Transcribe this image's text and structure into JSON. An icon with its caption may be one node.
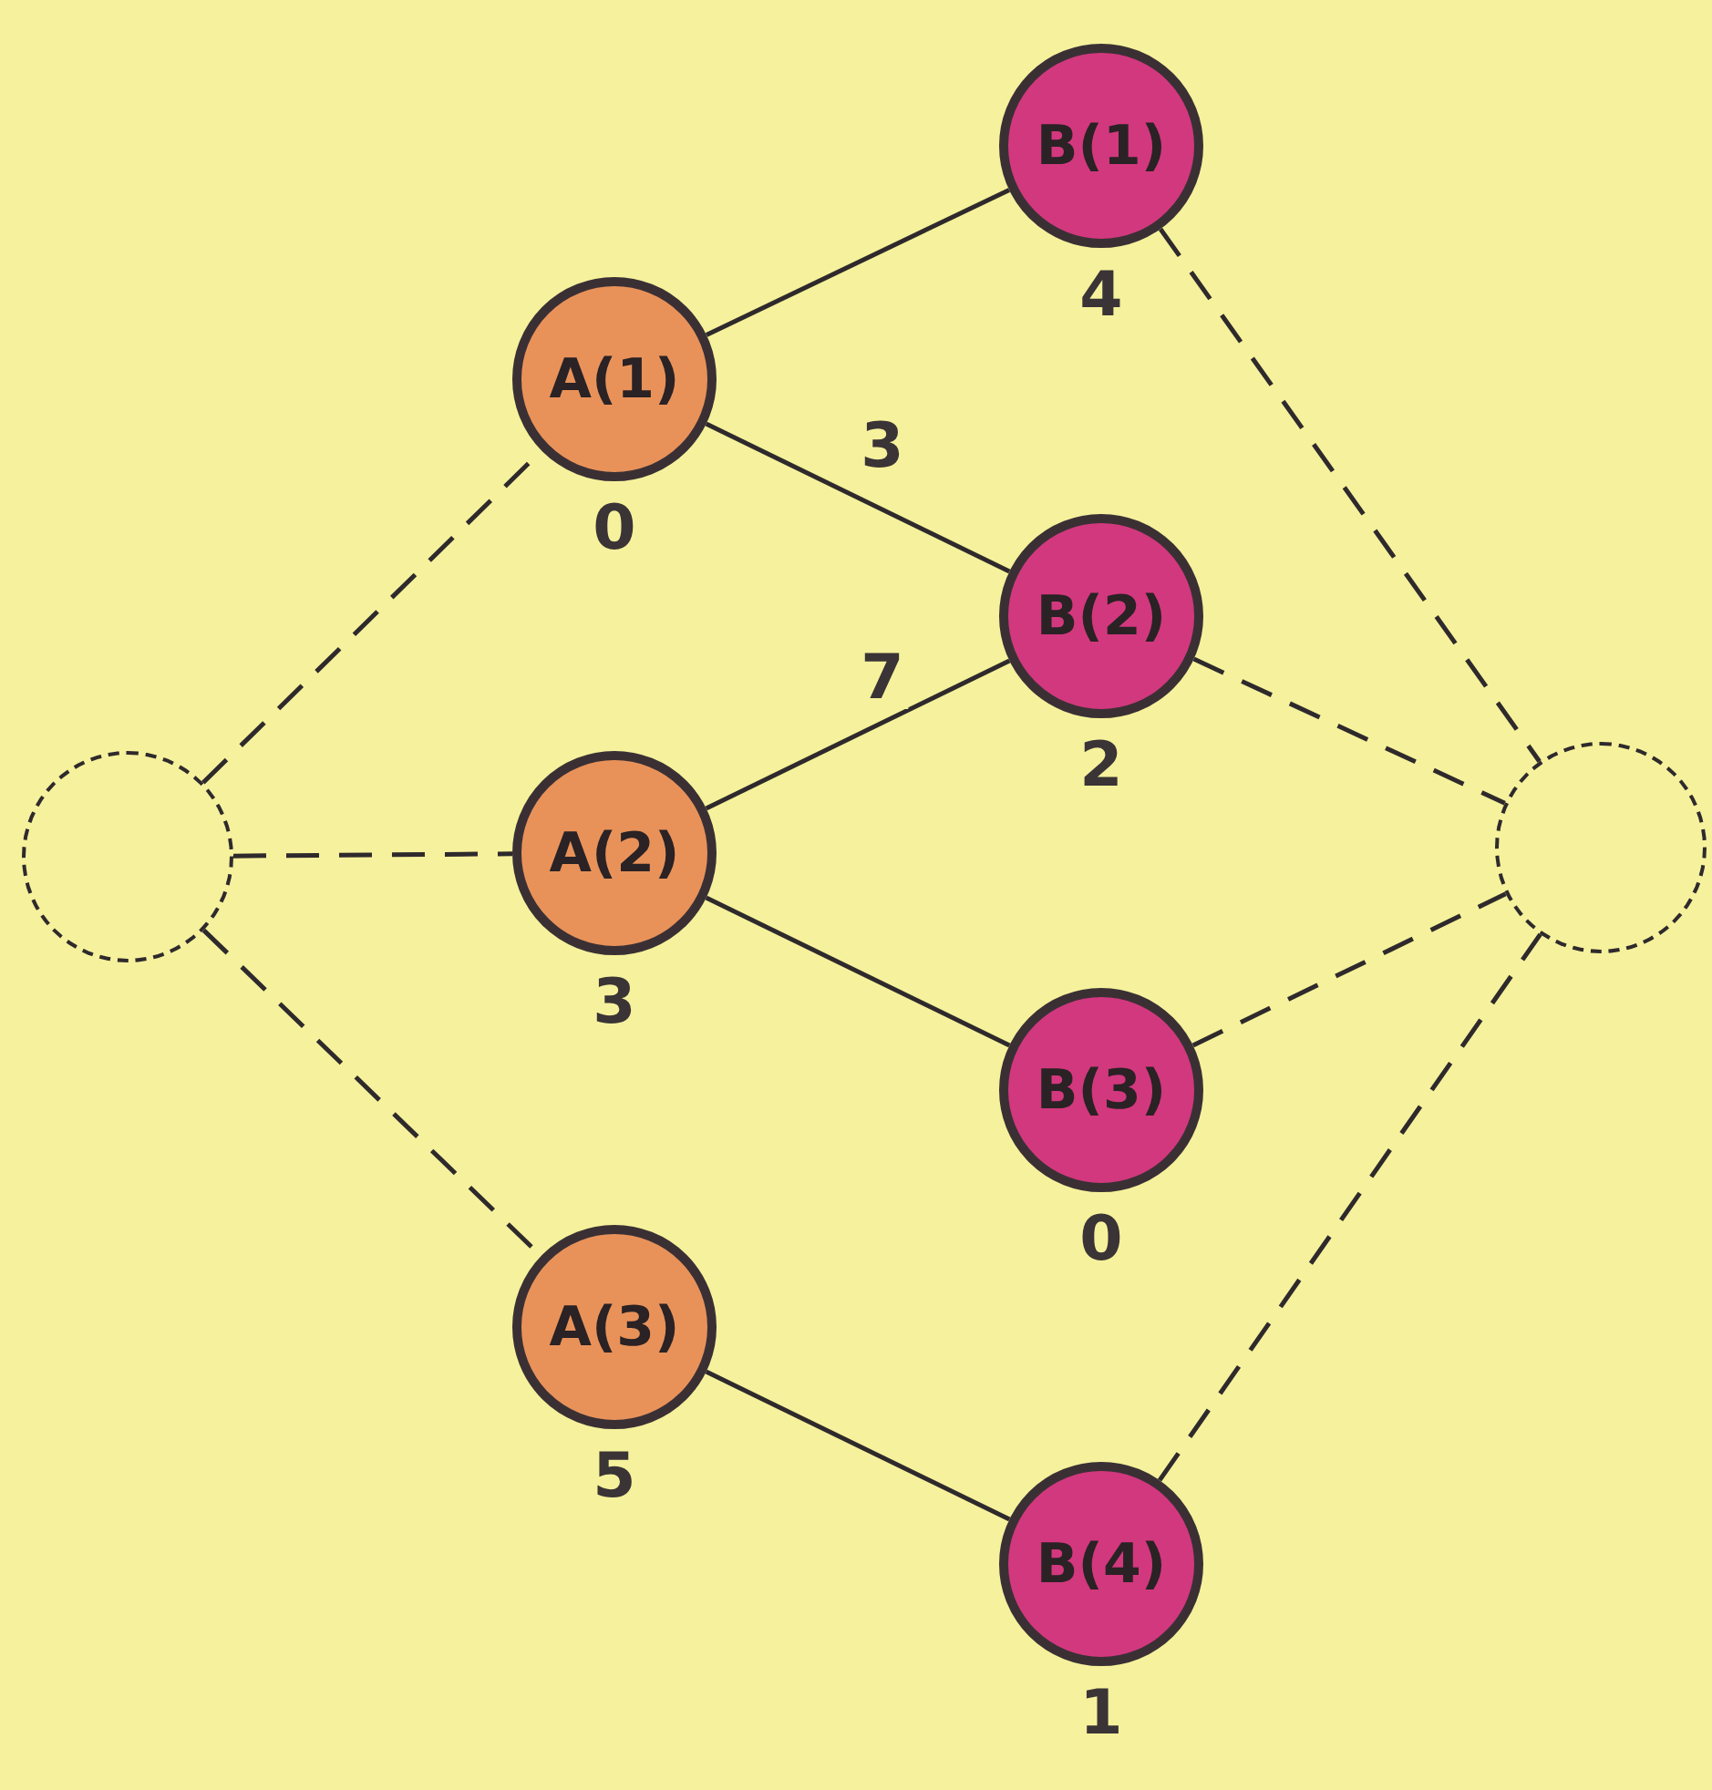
{
  "diagram": {
    "nodes": [
      {
        "text": [],
        "shape": "circle"
      },
      {
        "text": [
          "A(1)"
        ],
        "beside": [
          "0"
        ]
      },
      {
        "text": [
          "A(2)"
        ],
        "beside": [
          "3"
        ]
      },
      {
        "text": [
          "A(3)"
        ],
        "beside": [
          "5"
        ]
      },
      {
        "text": [
          "B(1)"
        ],
        "beside": [
          "4"
        ]
      },
      {
        "text": [
          "B(2)"
        ],
        "beside": [
          "2"
        ]
      },
      {
        "text": [
          "B(3)"
        ],
        "beside": [
          "0"
        ]
      },
      {
        "text": [
          "B(4)"
        ],
        "beside": [
          "1"
        ]
      },
      {
        "text": [],
        "shape": "circle"
      }
    ],
    "edges": [
      {
        "from": 0,
        "to": 1,
        "arrow": "none",
        "style": "dashed"
      },
      {
        "from": 0,
        "to": 2,
        "arrow": "none",
        "style": "dashed"
      },
      {
        "from": 0,
        "to": 3,
        "arrow": "none",
        "style": "dashed"
      },
      {
        "from": 1,
        "to": 4,
        "arrow": "none"
      },
      {
        "from": 1,
        "to": 5,
        "arrow": "none",
        "label": "3"
      },
      {
        "from": 2,
        "to": 5,
        "arrow": "none",
        "label": "7"
      },
      {
        "from": 2,
        "to": 6,
        "arrow": "none"
      },
      {
        "from": 3,
        "to": 7,
        "arrow": "none"
      },
      {
        "from": 4,
        "to": 8,
        "arrow": "none",
        "style": "dashed"
      },
      {
        "from": 5,
        "to": 8,
        "arrow": "none",
        "style": "dashed"
      },
      {
        "from": 6,
        "to": 8,
        "arrow": "none",
        "style": "dashed"
      },
      {
        "from": 7,
        "to": 8,
        "arrow": "none",
        "style": "dashed"
      }
    ]
  }
}
